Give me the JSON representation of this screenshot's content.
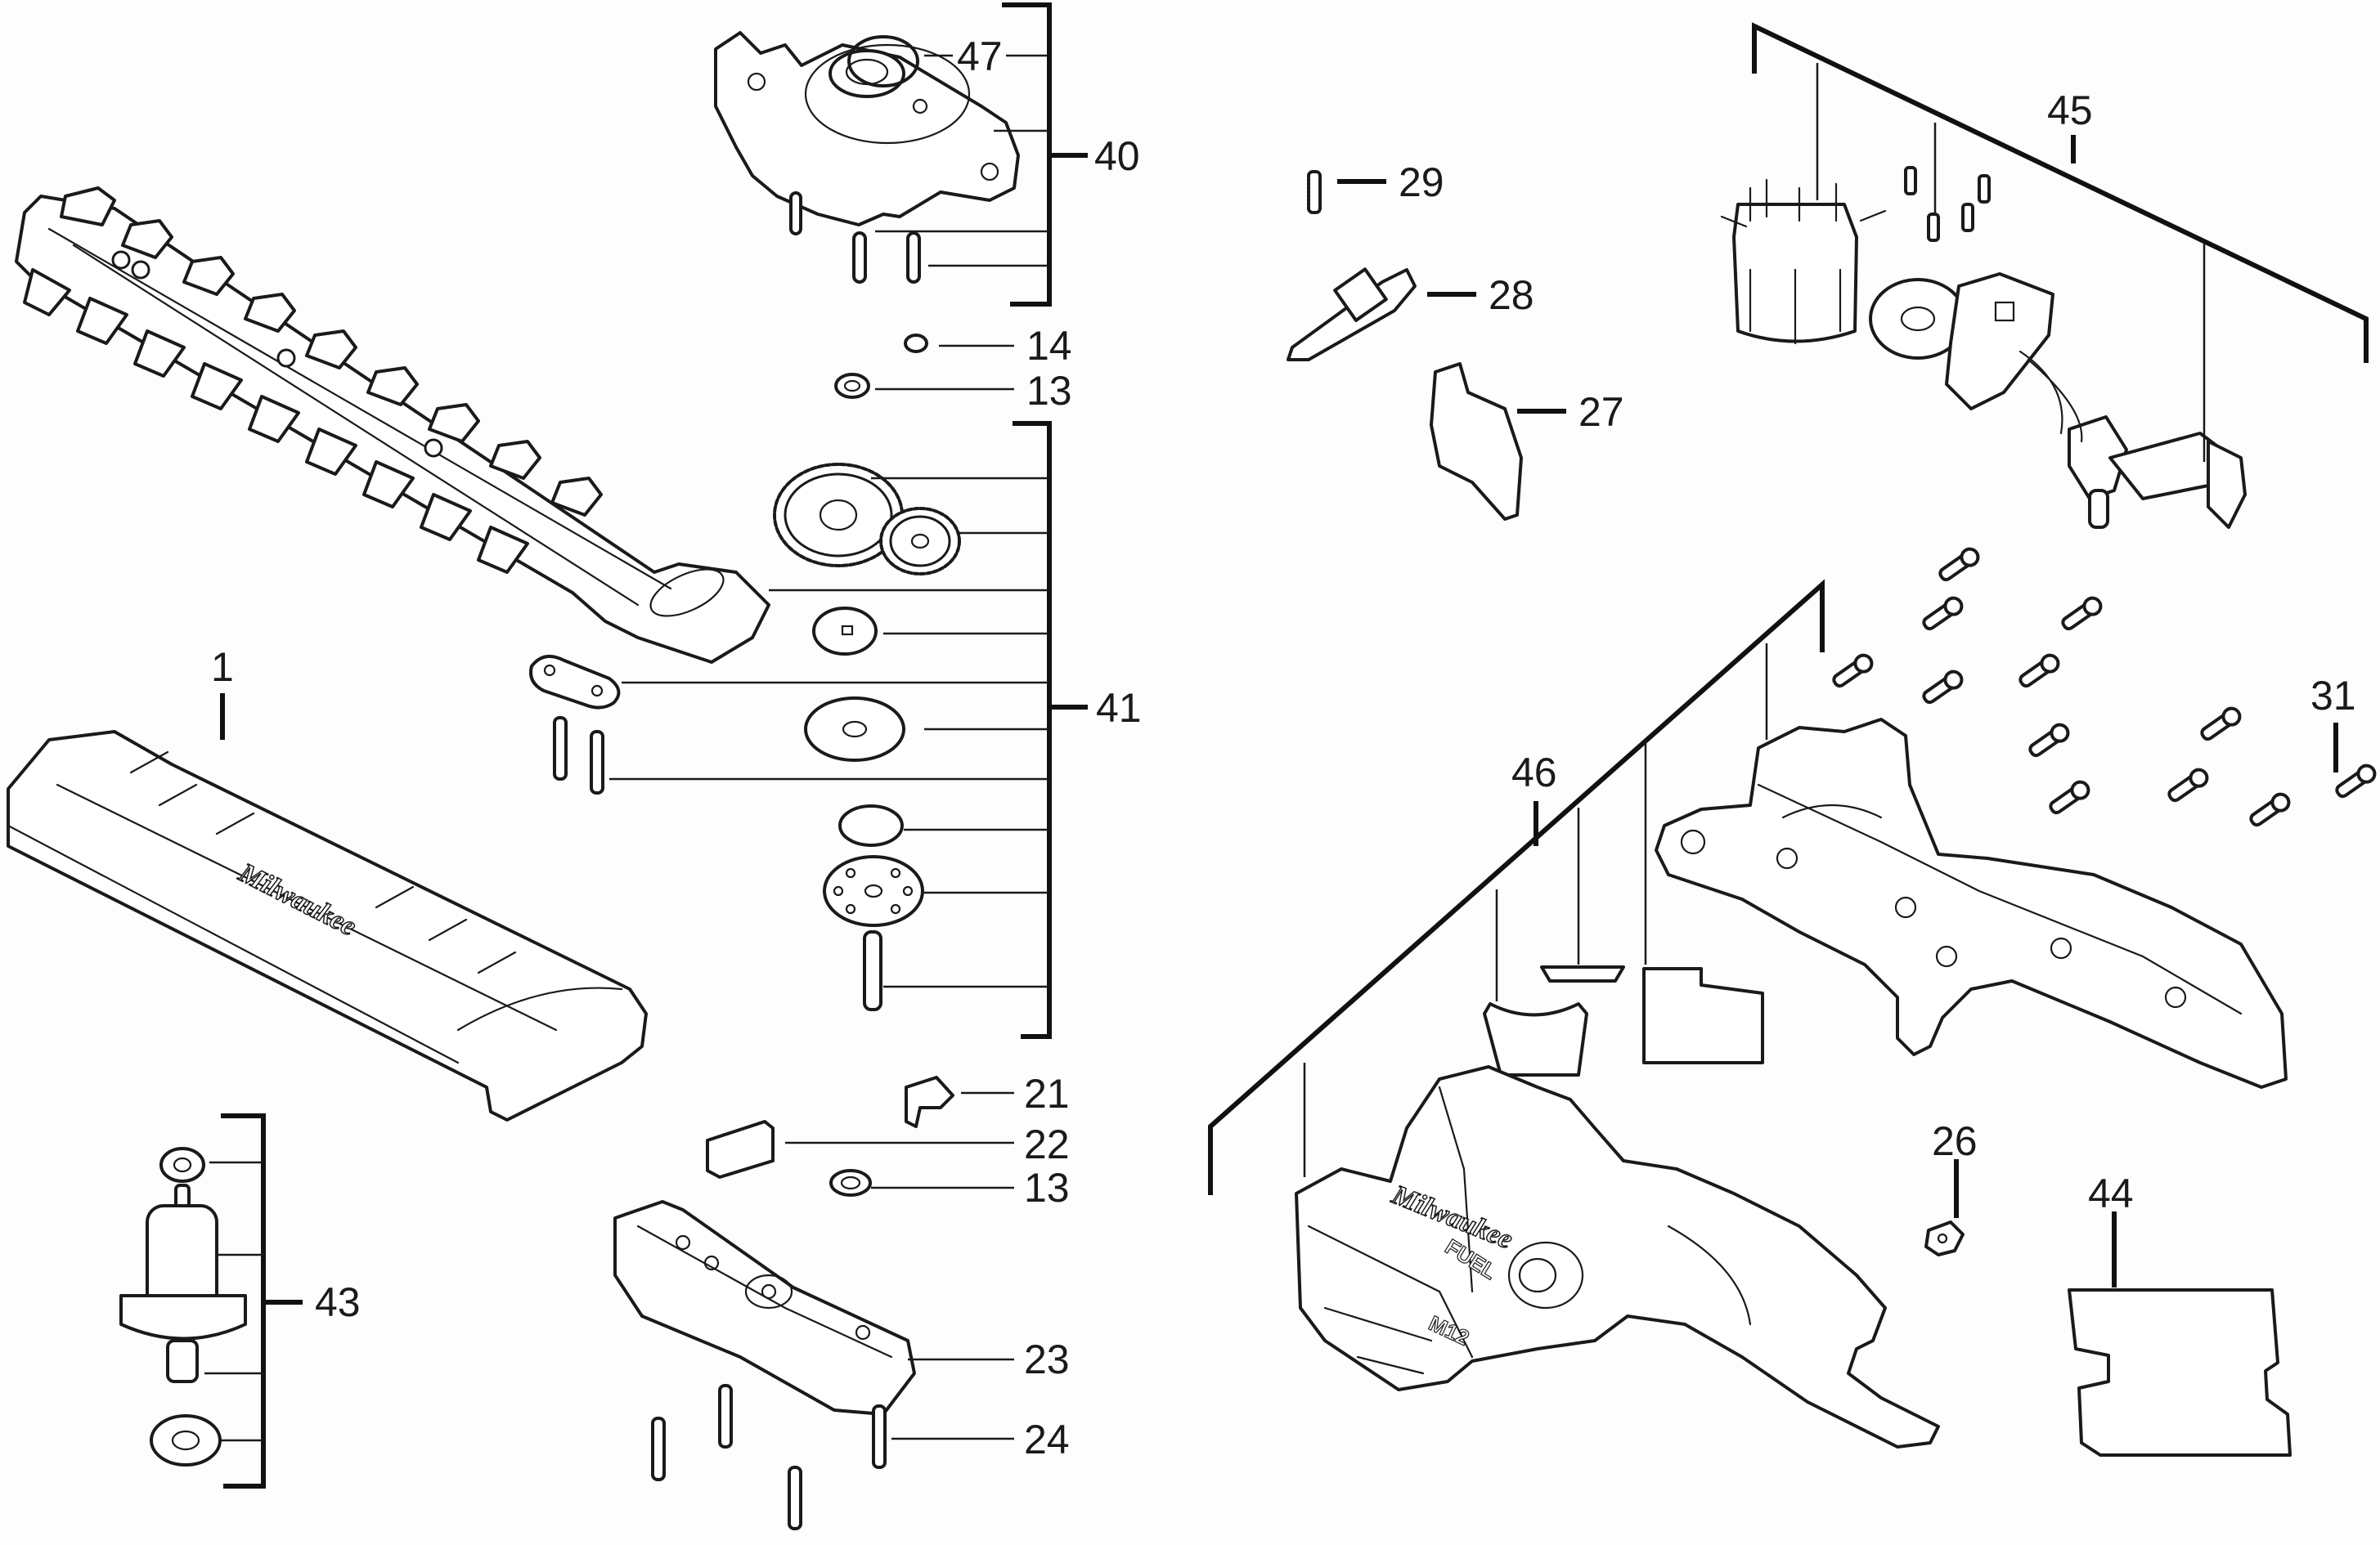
{
  "diagram": {
    "title": "Hedge trimmer exploded parts diagram",
    "brand_marks": {
      "shroud_logo": "Milwaukee",
      "housing_logo": "Milwaukee",
      "housing_fuel": "FUEL",
      "housing_platform": "M12"
    },
    "callouts": [
      {
        "id": "c1",
        "label": "1",
        "part": "blade-cover"
      },
      {
        "id": "c13a",
        "label": "13",
        "part": "retaining-ring-upper"
      },
      {
        "id": "c13b",
        "label": "13",
        "part": "retaining-ring-lower"
      },
      {
        "id": "c14",
        "label": "14",
        "part": "spring-clip"
      },
      {
        "id": "c21",
        "label": "21",
        "part": "bracket-clip"
      },
      {
        "id": "c22",
        "label": "22",
        "part": "felt-pad"
      },
      {
        "id": "c23",
        "label": "23",
        "part": "gear-case-cover"
      },
      {
        "id": "c24",
        "label": "24",
        "part": "cover-screws"
      },
      {
        "id": "c26",
        "label": "26",
        "part": "lock-clip"
      },
      {
        "id": "c27",
        "label": "27",
        "part": "trigger"
      },
      {
        "id": "c28",
        "label": "28",
        "part": "lock-off-lever"
      },
      {
        "id": "c29",
        "label": "29",
        "part": "spring"
      },
      {
        "id": "c31",
        "label": "31",
        "part": "housing-screws"
      },
      {
        "id": "c40",
        "label": "40",
        "part": "gear-case-assembly"
      },
      {
        "id": "c41",
        "label": "41",
        "part": "blade-drive-assembly"
      },
      {
        "id": "c43",
        "label": "43",
        "part": "armature-assembly"
      },
      {
        "id": "c44",
        "label": "44",
        "part": "service-label"
      },
      {
        "id": "c45",
        "label": "45",
        "part": "motor-electronics-assembly"
      },
      {
        "id": "c46",
        "label": "46",
        "part": "housing-set"
      },
      {
        "id": "c47",
        "label": "47",
        "part": "o-ring"
      }
    ]
  }
}
